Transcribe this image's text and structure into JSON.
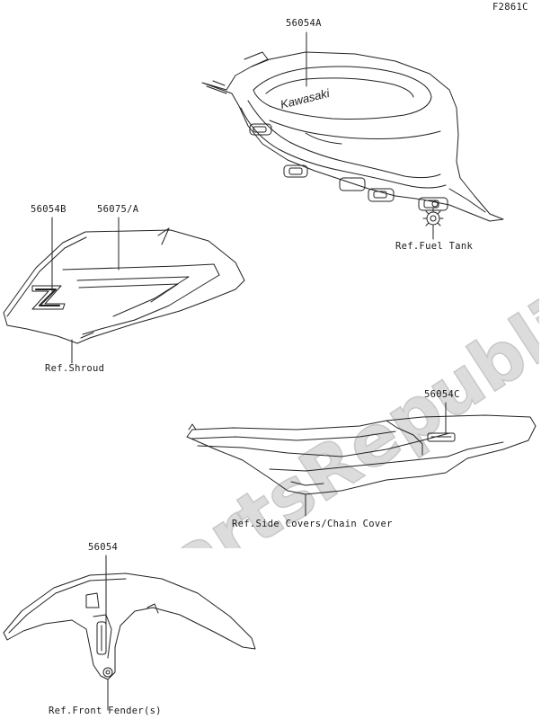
{
  "figure_code": "F2861C",
  "watermark": "PartsRepublik",
  "parts": {
    "tank_emblem": "56054A",
    "tank_logo_text": "Kawasaki",
    "shroud_mark": "56054B",
    "shroud_stripe": "56075/A",
    "side_cover_mark": "56054C",
    "fender_mark": "56054"
  },
  "refs": {
    "fuel_tank": "Ref.Fuel Tank",
    "shroud": "Ref.Shroud",
    "side_covers": "Ref.Side Covers/Chain Cover",
    "front_fender": "Ref.Front Fender(s)"
  },
  "colors": {
    "line": "#222222",
    "watermark": "#d9d9d9"
  }
}
